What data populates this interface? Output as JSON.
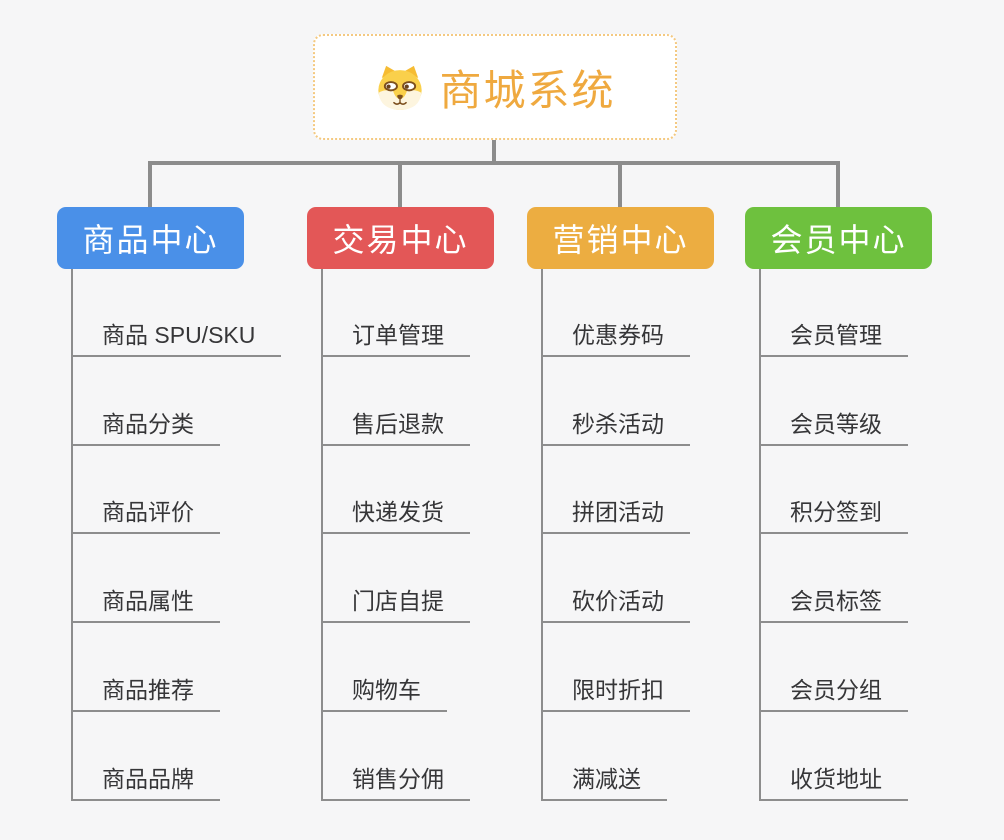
{
  "root": {
    "title": "商城系统",
    "icon": "dog-face-icon"
  },
  "colors": {
    "background": "#F6F6F7",
    "root_border": "#F4C981",
    "root_text": "#EFA93F",
    "connector": "#8C8C8C",
    "branch_line": "#8D8D8D",
    "item_text": "#363638"
  },
  "branches": [
    {
      "label": "商品中心",
      "color": "#4A90E8",
      "items": [
        "商品 SPU/SKU",
        "商品分类",
        "商品评价",
        "商品属性",
        "商品推荐",
        "商品品牌"
      ]
    },
    {
      "label": "交易中心",
      "color": "#E35757",
      "items": [
        "订单管理",
        "售后退款",
        "快递发货",
        "门店自提",
        "购物车",
        "销售分佣"
      ]
    },
    {
      "label": "营销中心",
      "color": "#ECAD41",
      "items": [
        "优惠券码",
        "秒杀活动",
        "拼团活动",
        "砍价活动",
        "限时折扣",
        "满减送"
      ]
    },
    {
      "label": "会员中心",
      "color": "#6EC13E",
      "items": [
        "会员管理",
        "会员等级",
        "积分签到",
        "会员标签",
        "会员分组",
        "收货地址"
      ]
    }
  ]
}
